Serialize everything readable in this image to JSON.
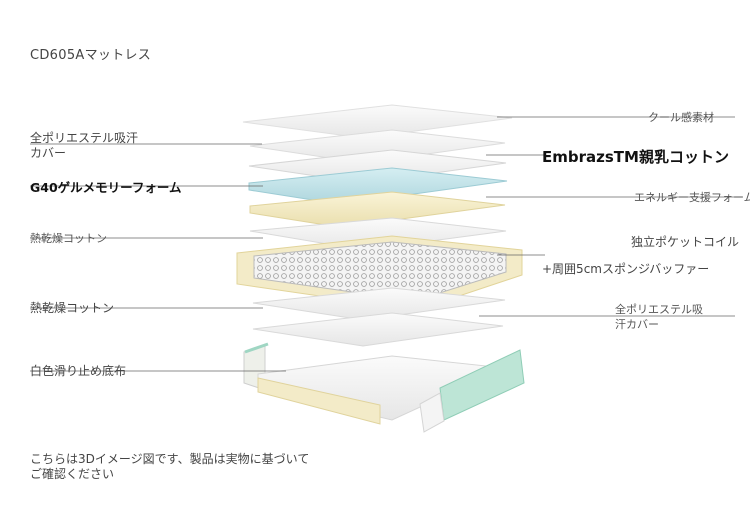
{
  "title": "CD605Aマットレス",
  "labels_left": [
    {
      "id": "cover-top-left-1",
      "text": "全ポリエステル吸汗"
    },
    {
      "id": "cover-top-left-2",
      "text": "カバー"
    },
    {
      "id": "gel-memory-foam",
      "text": "G40ゲルメモリーフォーム"
    },
    {
      "id": "heat-dry-cotton-1",
      "text": "熱乾燥コットン"
    },
    {
      "id": "heat-dry-cotton-2",
      "text": "熱乾燥コットン"
    },
    {
      "id": "white-non-slip",
      "text": "白色滑り止め底布"
    }
  ],
  "labels_right": [
    {
      "id": "cool-material",
      "text": "クール感素材"
    },
    {
      "id": "embrazs-latex",
      "text": "EmbrazsTM親乳コットン"
    },
    {
      "id": "energy-support",
      "text": "エネルギー支援フォーム"
    },
    {
      "id": "pocket-coil",
      "text": "独立ポケットコイル"
    },
    {
      "id": "sponge-buffer",
      "text": "+周囲5cmスポンジバッファー"
    },
    {
      "id": "cover-bottom-right-1",
      "text": "全ポリエステル吸"
    },
    {
      "id": "cover-bottom-right-2",
      "text": "汗カバー"
    }
  ],
  "footer": {
    "line1": "こちらは3Dイメージ図です、製品は実物に基づいて",
    "line2": "ご確認ください"
  },
  "colors": {
    "sheet": "#f2f2f2",
    "sheet_edge": "#d9d9d9",
    "gel_foam": "#bfe0e6",
    "latex": "#f4ecc8",
    "frame": "#f1e8c2",
    "spring": "#e9e9e9",
    "mint": "#9fd6c3",
    "leader": "#555555"
  }
}
